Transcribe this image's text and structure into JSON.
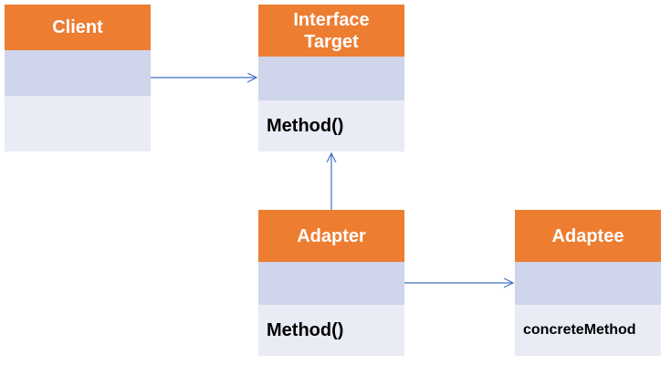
{
  "colors": {
    "header": "#ED7D31",
    "attributes": "#CFD5EA",
    "methods": "#E9EBF5",
    "connector": "#4472C4"
  },
  "classes": {
    "client": {
      "name": "Client",
      "method": ""
    },
    "target": {
      "name_line1": "Interface",
      "name_line2": "Target",
      "method": "Method()"
    },
    "adapter": {
      "name": "Adapter",
      "method": "Method()"
    },
    "adaptee": {
      "name": "Adaptee",
      "method": "concreteMethod"
    }
  },
  "relations": [
    {
      "from": "Client",
      "to": "Interface Target",
      "kind": "association"
    },
    {
      "from": "Adapter",
      "to": "Interface Target",
      "kind": "realization"
    },
    {
      "from": "Adapter",
      "to": "Adaptee",
      "kind": "association"
    }
  ]
}
